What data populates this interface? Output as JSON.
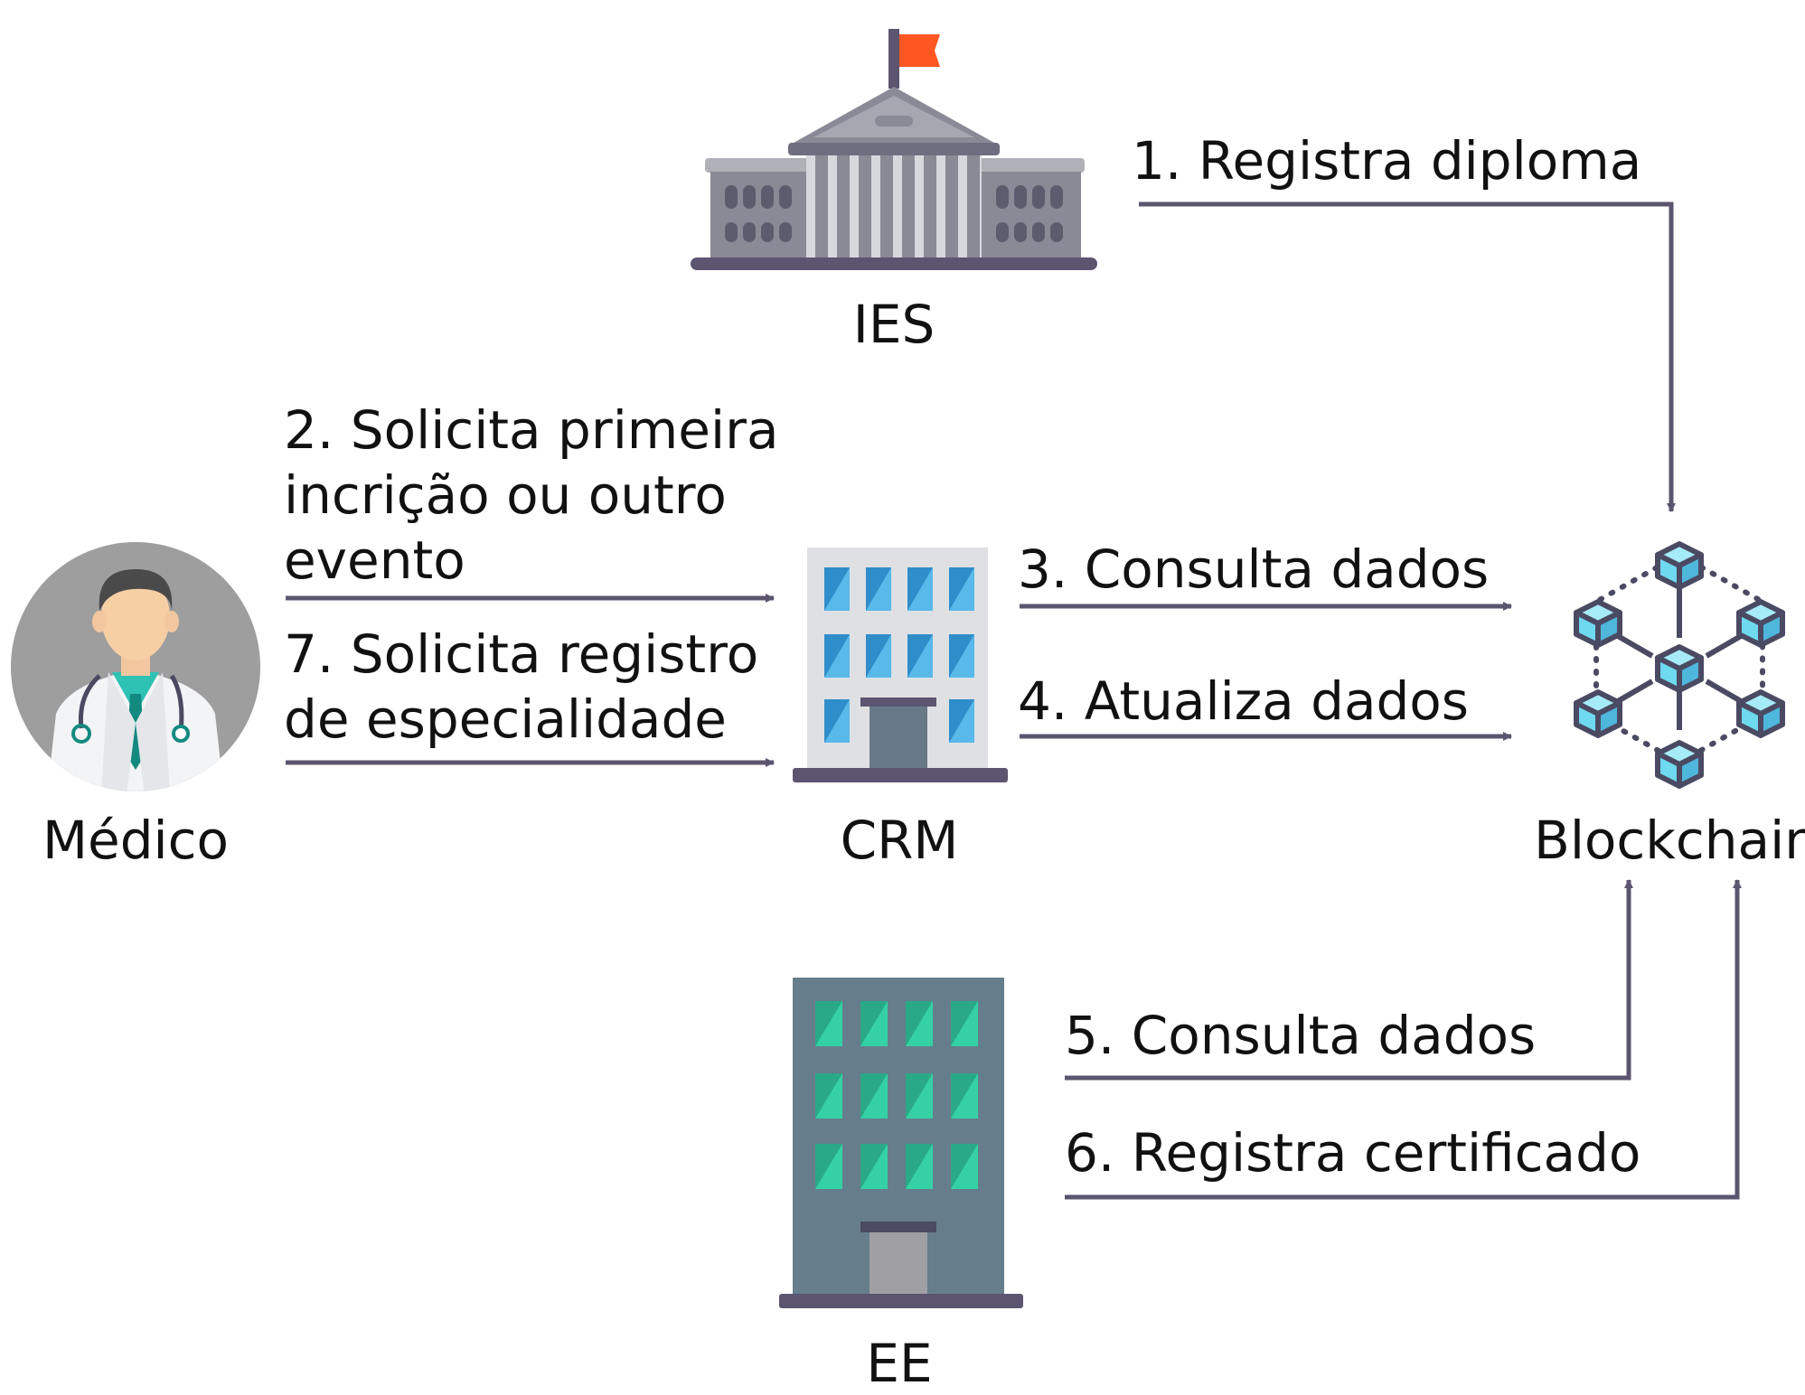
{
  "nodes": {
    "ies": {
      "label": "IES",
      "flag_color": "#ff5722"
    },
    "crm": {
      "label": "CRM"
    },
    "ee": {
      "label": "EE"
    },
    "medico": {
      "label": "Médico"
    },
    "blockchain": {
      "label": "Blockchain"
    }
  },
  "steps": {
    "s1": "1. Registra diploma",
    "s2": [
      "2. Solicita primeira",
      "incrição ou outro",
      "evento"
    ],
    "s3": "3. Consulta dados",
    "s4": "4. Atualiza dados",
    "s5": "5. Consulta dados",
    "s6": "6. Registra certificado",
    "s7": [
      "7. Solicita registro",
      "de especialidade"
    ]
  },
  "colors": {
    "arrow": "#5b5570",
    "text": "#111111",
    "building_gray": "#898a95",
    "ee_body": "#667d8c",
    "ee_window": "#2ec299",
    "crm_window": "#3aa4dc",
    "cube_edge": "#4b4a63",
    "cube_face": "#6fd9ef"
  }
}
